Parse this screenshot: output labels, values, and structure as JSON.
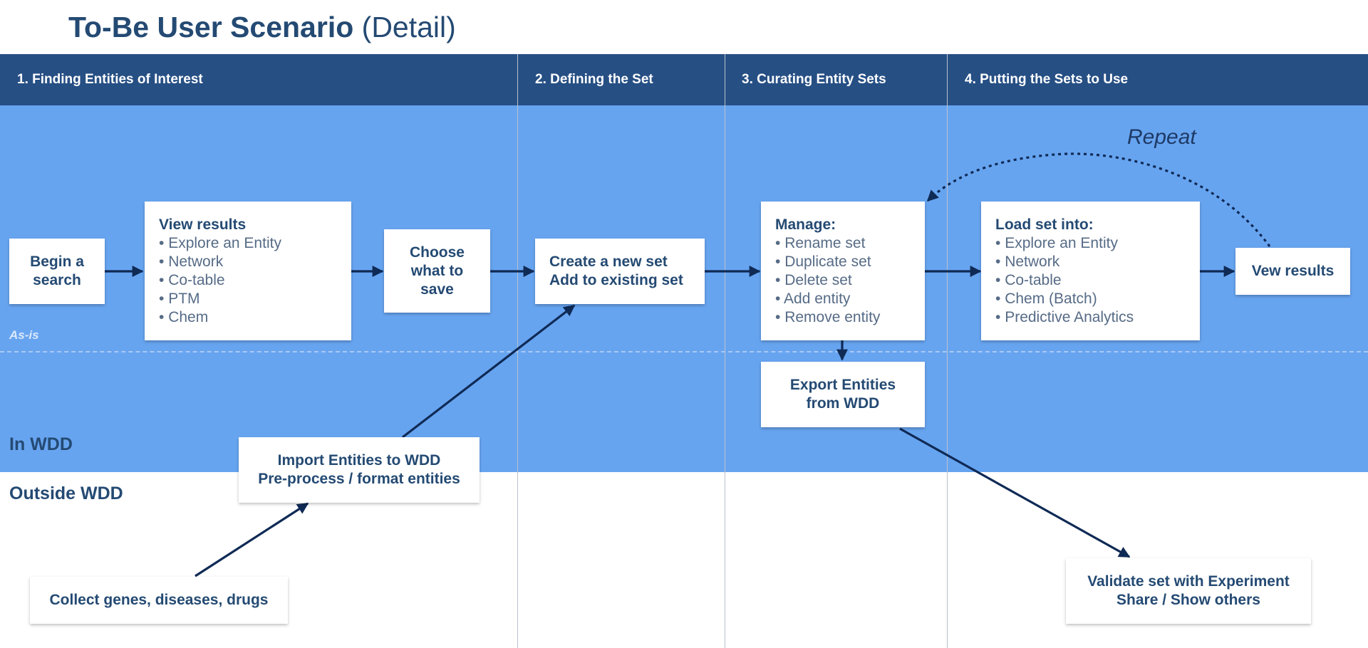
{
  "title": {
    "bold": "To-Be User Scenario",
    "light": "(Detail)"
  },
  "phases": [
    "1. Finding Entities of Interest",
    "2. Defining the Set",
    "3. Curating Entity Sets",
    "4. Putting the Sets to Use"
  ],
  "lanes": {
    "asis": "As-is",
    "in_wdd": "In WDD",
    "outside_wdd": "Outside WDD"
  },
  "repeat_label": "Repeat",
  "boxes": {
    "begin_search": [
      "Begin a",
      "search"
    ],
    "view_results": {
      "heading": "View results",
      "items": [
        "Explore an Entity",
        "Network",
        "Co-table",
        "PTM",
        "Chem"
      ]
    },
    "choose_save": [
      "Choose",
      "what to",
      "save"
    ],
    "create_set": [
      "Create a new set",
      "Add to existing set"
    ],
    "manage": {
      "heading": "Manage:",
      "items": [
        "Rename set",
        "Duplicate set",
        "Delete set",
        "Add entity",
        "Remove entity"
      ]
    },
    "load_set": {
      "heading": "Load set into:",
      "items": [
        "Explore an Entity",
        "Network",
        "Co-table",
        "Chem (Batch)",
        "Predictive Analytics"
      ]
    },
    "vew_results": [
      "Vew results"
    ],
    "export_entities": [
      "Export Entities",
      "from WDD"
    ],
    "import_entities": [
      "Import Entities to WDD",
      "Pre-process / format entities"
    ],
    "collect": [
      "Collect genes, diseases, drugs"
    ],
    "validate": [
      "Validate set with Experiment",
      "Share / Show others"
    ]
  },
  "colors": {
    "header": "#264f84",
    "lane": "#67a4f0",
    "text": "#244a73",
    "arrow": "#0f2a55"
  }
}
